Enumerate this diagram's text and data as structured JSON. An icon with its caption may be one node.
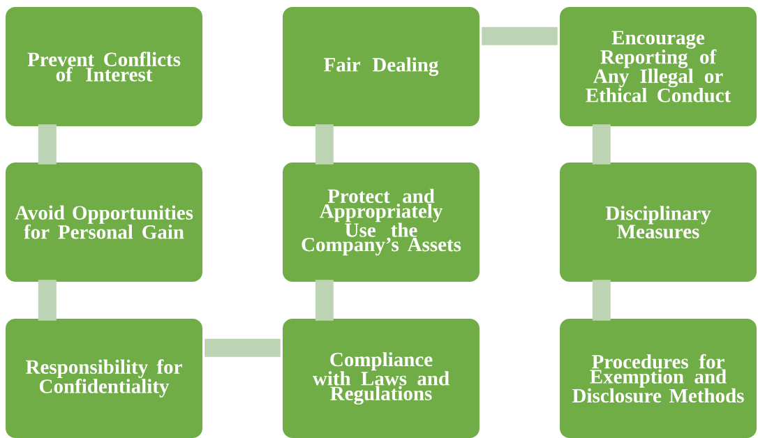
{
  "diagram": {
    "nodes": [
      {
        "text": [
          "Prevent Conflicts of Interest"
        ]
      },
      {
        "text": [
          "Fair Dealing"
        ]
      },
      {
        "text": [
          "Encourage Reporting of Any Illegal or Ethical Conduct"
        ]
      },
      {
        "text": [
          "Avoid Opportunities for Personal Gain"
        ]
      },
      {
        "text": [
          "Protect and Appropriately Use the Company’s Assets"
        ]
      },
      {
        "text": [
          "Disciplinary Measures"
        ]
      },
      {
        "text": [
          "Responsibility for Confidentiality"
        ]
      },
      {
        "text": [
          "Compliance with Laws and Regulations"
        ]
      },
      {
        "text": [
          "Procedures for Exemption and Disclosure Methods"
        ]
      }
    ],
    "edges": [
      {
        "from": 0,
        "to": 3,
        "arrow": "none"
      },
      {
        "from": 3,
        "to": 6,
        "arrow": "none"
      },
      {
        "from": 6,
        "to": 7,
        "arrow": "none"
      },
      {
        "from": 7,
        "to": 4,
        "arrow": "none"
      },
      {
        "from": 4,
        "to": 1,
        "arrow": "none"
      },
      {
        "from": 1,
        "to": 2,
        "arrow": "none"
      },
      {
        "from": 2,
        "to": 5,
        "arrow": "none"
      },
      {
        "from": 5,
        "to": 8,
        "arrow": "none"
      }
    ]
  }
}
